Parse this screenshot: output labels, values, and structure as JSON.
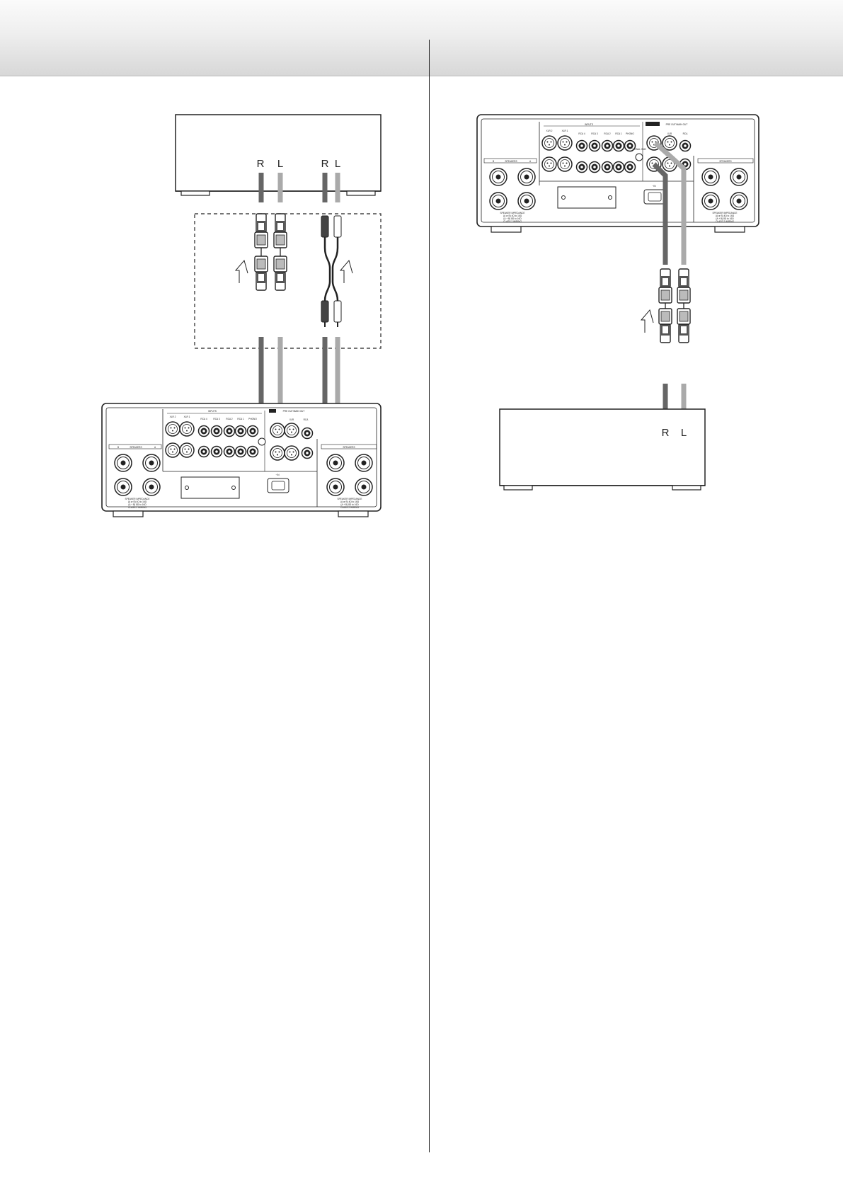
{
  "left_diagram": {
    "source_labels": {
      "xlr_r": "R",
      "xlr_l": "L",
      "rca_r": "R",
      "rca_l": "L"
    },
    "amp": {
      "inputs_title": "INPUTS",
      "xlr2": "XLR 2",
      "xlr1": "XLR 1",
      "rca4": "RCA 4",
      "rca3": "RCA 3",
      "rca2": "RCA 2",
      "rca1": "RCA 1",
      "phono": "PHONO",
      "preout_title": "PRE OUT/MAIN OUT",
      "xlr": "XLR",
      "rca": "RCA",
      "speakers_b": "B",
      "speakers_title": "SPEAKERS",
      "speakers_a": "A",
      "ac_in": "~IN",
      "impedance_1": "SPEAKER IMPEDANCE",
      "impedance_2": "(A or B) 4Ω to 16Ω",
      "impedance_3": "(A + B) 8Ω to 16Ω",
      "impedance_4": "CLASS 2 WIRING"
    }
  },
  "right_diagram": {
    "dest_labels": {
      "r": "R",
      "l": "L"
    },
    "amp": {
      "inputs_title": "INPUTS",
      "xlr2": "XLR 2",
      "xlr1": "XLR 1",
      "rca4": "RCA 4",
      "rca3": "RCA 3",
      "rca2": "RCA 2",
      "rca1": "RCA 1",
      "phono": "PHONO",
      "signal_gnd": "SIGNAL GND",
      "preout_title": "PRE OUT/MAIN OUT",
      "xlr": "XLR",
      "rca": "RCA",
      "speakers_b": "B",
      "speakers_title": "SPEAKERS",
      "speakers_a": "A",
      "ac_in": "~IN",
      "impedance_1": "SPEAKER IMPEDANCE",
      "impedance_2": "(A or B) 4Ω to 16Ω",
      "impedance_3": "(A + B) 8Ω to 16Ω",
      "impedance_4": "CLASS 2 WIRING"
    }
  },
  "colors": {
    "right_channel_cable": "#666666",
    "left_channel_cable": "#aaaaaa",
    "line": "#222222"
  }
}
